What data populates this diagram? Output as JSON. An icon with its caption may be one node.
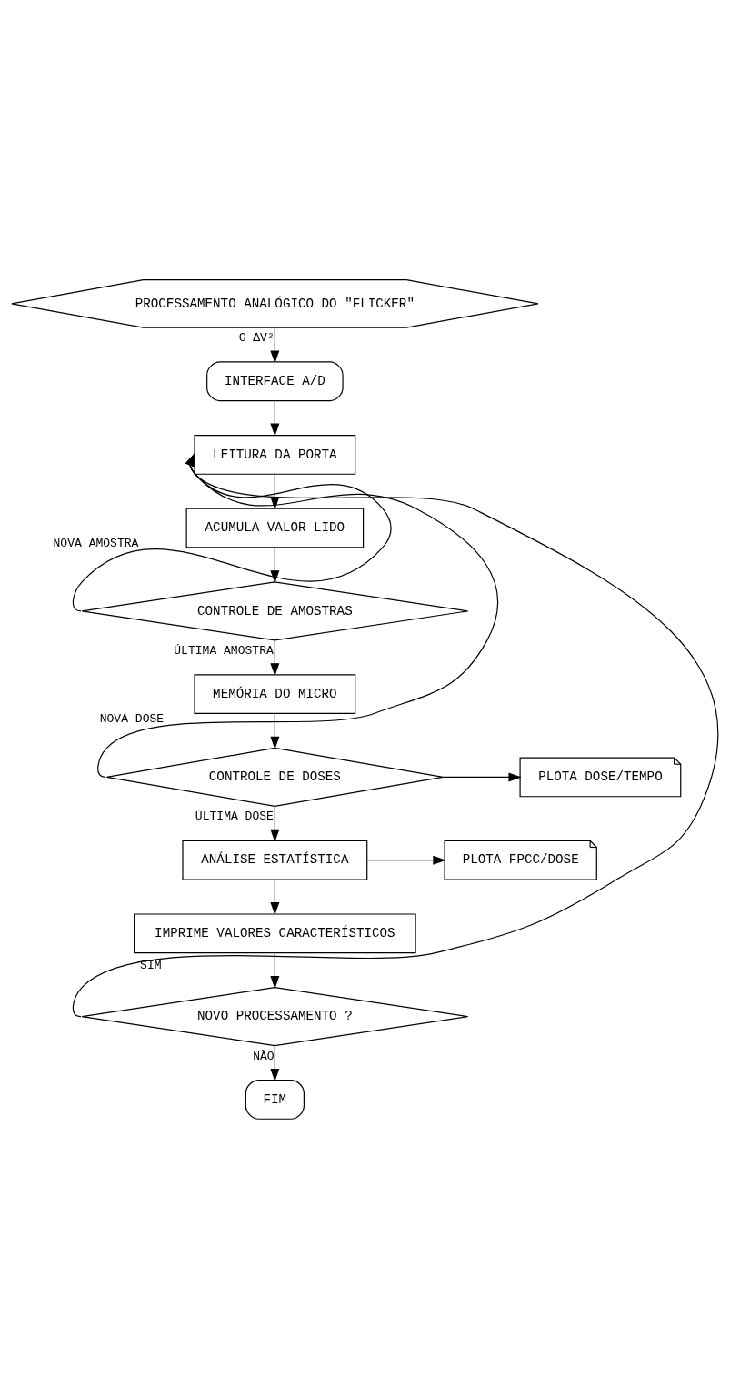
{
  "diagram": {
    "nodes": [
      {
        "text": [
          "PROCESSAMENTO ANALÓGICO DO \"FLICKER\""
        ]
      },
      {
        "text": [
          "INTERFACE A/D"
        ]
      },
      {
        "text": [
          "LEITURA DA PORTA"
        ]
      },
      {
        "text": [
          "ACUMULA VALOR LIDO"
        ]
      },
      {
        "text": [
          "CONTROLE DE AMOSTRAS"
        ]
      },
      {
        "text": [
          "MEMÓRIA DO MICRO"
        ]
      },
      {
        "text": [
          "CONTROLE DE DOSES"
        ]
      },
      {
        "text": [
          "PLOTA DOSE/TEMPO"
        ]
      },
      {
        "text": [
          "ANÁLISE ESTATÍSTICA"
        ]
      },
      {
        "text": [
          "PLOTA FPCC/DOSE"
        ]
      },
      {
        "text": [
          "IMPRIME VALORES CARACTERÍSTICOS"
        ]
      },
      {
        "text": [
          "NOVO PROCESSAMENTO ?"
        ]
      },
      {
        "text": [
          "FIM"
        ]
      }
    ],
    "edges": [
      {
        "from": 0,
        "to": 1,
        "arrow": "to",
        "label": "G ΔV²"
      },
      {
        "from": 1,
        "to": 2,
        "arrow": "to"
      },
      {
        "from": 2,
        "to": 3,
        "arrow": "to"
      },
      {
        "from": 3,
        "to": 4,
        "arrow": "to"
      },
      {
        "from": 4,
        "to": 2,
        "arrow": "to",
        "label": "NOVA AMOSTRA"
      },
      {
        "from": 4,
        "to": 5,
        "arrow": "to",
        "label": "ÚLTIMA AMOSTRA"
      },
      {
        "from": 5,
        "to": 6,
        "arrow": "to"
      },
      {
        "from": 6,
        "to": 2,
        "arrow": "to",
        "label": "NOVA DOSE"
      },
      {
        "from": 6,
        "to": 8,
        "arrow": "to",
        "label": "ÚLTIMA DOSE"
      },
      {
        "from": 6,
        "to": 7,
        "arrow": "to"
      },
      {
        "from": 8,
        "to": 10,
        "arrow": "to"
      },
      {
        "from": 8,
        "to": 9,
        "arrow": "to"
      },
      {
        "from": 10,
        "to": 11,
        "arrow": "to"
      },
      {
        "from": 11,
        "to": 2,
        "arrow": "to",
        "label": "SIM"
      },
      {
        "from": 11,
        "to": 12,
        "arrow": "to",
        "label": "NÃO"
      }
    ]
  }
}
